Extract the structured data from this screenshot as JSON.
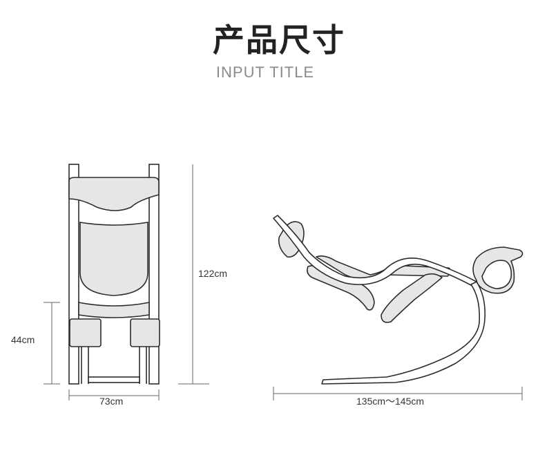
{
  "header": {
    "title": "产品尺寸",
    "subtitle": "INPUT TITLE"
  },
  "front_view": {
    "height_total": "122cm",
    "height_seat": "44cm",
    "width": "73cm"
  },
  "side_view": {
    "length": "135cm～145cm"
  },
  "colors": {
    "line": "#2b2b2b",
    "cushion": "#e6e6e6",
    "dimension": "#666666"
  }
}
